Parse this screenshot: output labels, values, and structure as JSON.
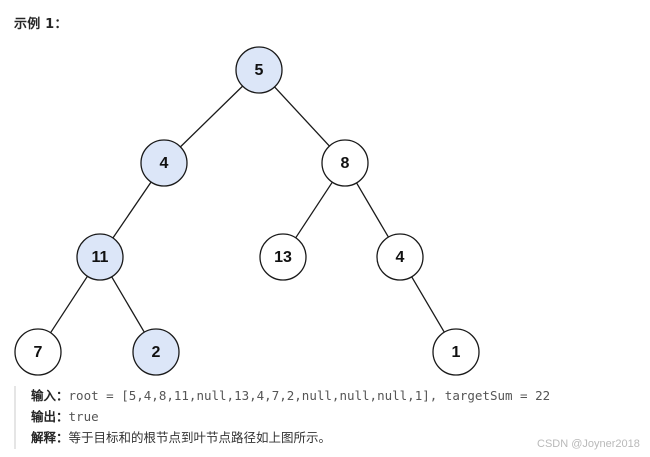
{
  "heading": "示例 1：",
  "colors": {
    "path_fill": "#dce6f8",
    "node_fill": "#ffffff",
    "stroke": "#1a1a1a"
  },
  "tree": {
    "nodes": [
      {
        "id": "n5",
        "value": "5",
        "on_path": true
      },
      {
        "id": "n4a",
        "value": "4",
        "on_path": true
      },
      {
        "id": "n8",
        "value": "8",
        "on_path": false
      },
      {
        "id": "n11",
        "value": "11",
        "on_path": true
      },
      {
        "id": "n13",
        "value": "13",
        "on_path": false
      },
      {
        "id": "n4b",
        "value": "4",
        "on_path": false
      },
      {
        "id": "n7",
        "value": "7",
        "on_path": false
      },
      {
        "id": "n2",
        "value": "2",
        "on_path": true
      },
      {
        "id": "n1",
        "value": "1",
        "on_path": false
      }
    ],
    "edges": [
      [
        "n5",
        "n4a"
      ],
      [
        "n5",
        "n8"
      ],
      [
        "n4a",
        "n11"
      ],
      [
        "n8",
        "n13"
      ],
      [
        "n8",
        "n4b"
      ],
      [
        "n11",
        "n7"
      ],
      [
        "n11",
        "n2"
      ],
      [
        "n4b",
        "n1"
      ]
    ]
  },
  "explanation": {
    "input_label": "输入：",
    "input_value": "root = [5,4,8,11,null,13,4,7,2,null,null,null,1], targetSum = 22",
    "output_label": "输出：",
    "output_value": "true",
    "explain_label": "解释：",
    "explain_value": "等于目标和的根节点到叶节点路径如上图所示。"
  },
  "watermark": "CSDN @Joyner2018"
}
